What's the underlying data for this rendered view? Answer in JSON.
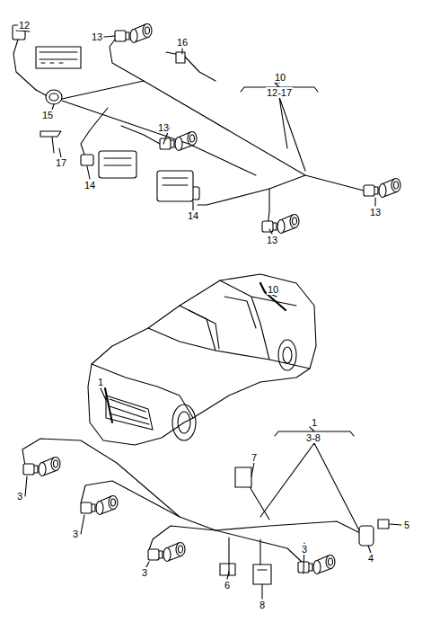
{
  "diagram": {
    "labels": [
      "12",
      "13",
      "16",
      "10",
      "12-17",
      "15",
      "13",
      "17",
      "14",
      "14",
      "13",
      "13",
      "10",
      "1",
      "1",
      "3-8",
      "7",
      "3",
      "3",
      "5",
      "3",
      "4",
      "3",
      "6",
      "8"
    ]
  }
}
